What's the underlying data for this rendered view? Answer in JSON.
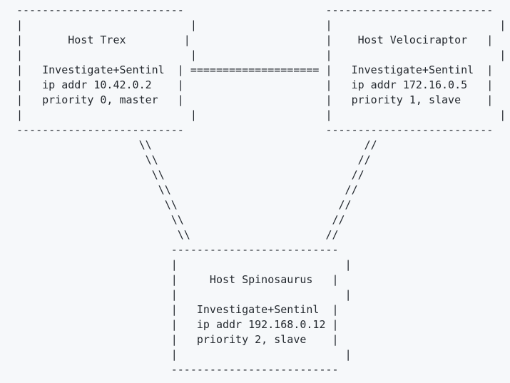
{
  "page": {
    "background_color": "#f6f8fa",
    "text_color": "#24292f"
  },
  "hosts": [
    {
      "name": "Host Trex",
      "service": "Investigate+Sentinl",
      "ip_line": "ip addr 10.42.0.2",
      "ip_address": "10.42.0.2",
      "priority_line": "priority 0, master",
      "priority": "0",
      "role": "master"
    },
    {
      "name": "Host Velociraptor",
      "service": "Investigate+Sentinl",
      "ip_line": "ip addr 172.16.0.5",
      "ip_address": "172.16.0.5",
      "priority_line": "priority 1, slave",
      "priority": "1",
      "role": "slave"
    },
    {
      "name": "Host Spinosaurus",
      "service": "Investigate+Sentinl",
      "ip_line": "ip addr 192.168.0.12",
      "ip_address": "192.168.0.12",
      "priority_line": "priority 2, slave",
      "priority": "2",
      "role": "slave"
    }
  ],
  "ascii": {
    "box_trex": {
      "lines": [
        "--------------------------",
        "|                          |",
        "|       Host Trex         |",
        "|                          |",
        "|   Investigate+Sentinl  |",
        "|   ip addr 10.42.0.2    |",
        "|   priority 0, master   |",
        "|                          |",
        "--------------------------"
      ]
    },
    "box_velociraptor": {
      "lines": [
        "--------------------------",
        "|                          |",
        "|    Host Velociraptor   |",
        "|                          |",
        "|   Investigate+Sentinl  |",
        "|   ip addr 172.16.0.5   |",
        "|   priority 1, slave    |",
        "|                          |",
        "--------------------------"
      ]
    },
    "box_spinosaurus": {
      "lines": [
        "--------------------------",
        "|                          |",
        "|     Host Spinosaurus   |",
        "|                          |",
        "|   Investigate+Sentinl  |",
        "|   ip addr 192.168.0.12 |",
        "|   priority 2, slave    |",
        "|                          |",
        "--------------------------"
      ]
    },
    "link_trex_velociraptor": {
      "lines": [
        "===================="
      ]
    },
    "link_trex_spinosaurus": {
      "lines": [
        "\\\\",
        " \\\\",
        "  \\\\",
        "   \\\\",
        "    \\\\",
        "     \\\\",
        "      \\\\"
      ]
    },
    "link_velociraptor_spinosaurus": {
      "lines": [
        "      //",
        "     //",
        "    //",
        "   //",
        "  //",
        " //",
        "//"
      ]
    }
  }
}
